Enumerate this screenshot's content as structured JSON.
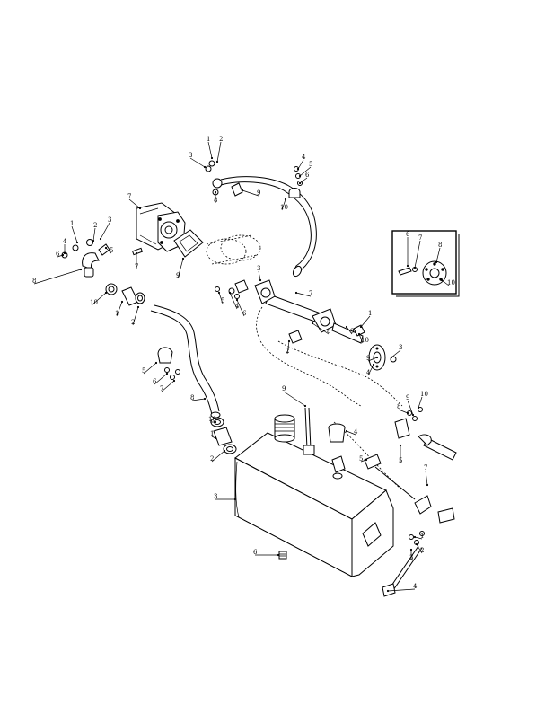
{
  "diagram": {
    "callouts": [
      "1",
      "2",
      "3",
      "4",
      "5",
      "6",
      "7",
      "8",
      "9",
      "10"
    ]
  }
}
